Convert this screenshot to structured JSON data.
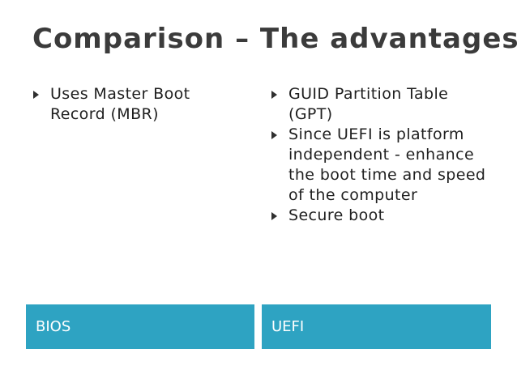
{
  "title": "Comparison – The advantages",
  "left_column": {
    "bullets": [
      "Uses Master Boot Record (MBR)"
    ],
    "label": "BIOS"
  },
  "right_column": {
    "bullets": [
      "GUID Partition Table (GPT)",
      "Since UEFI is platform independent - enhance the boot time and speed of the computer",
      "Secure boot"
    ],
    "label": "UEFI"
  },
  "colors": {
    "label_bar": "#2ea3c2",
    "title_text": "#3b3b3b",
    "body_text": "#1f1f1f"
  },
  "icons": {
    "bullet": "triangle-right-icon"
  }
}
